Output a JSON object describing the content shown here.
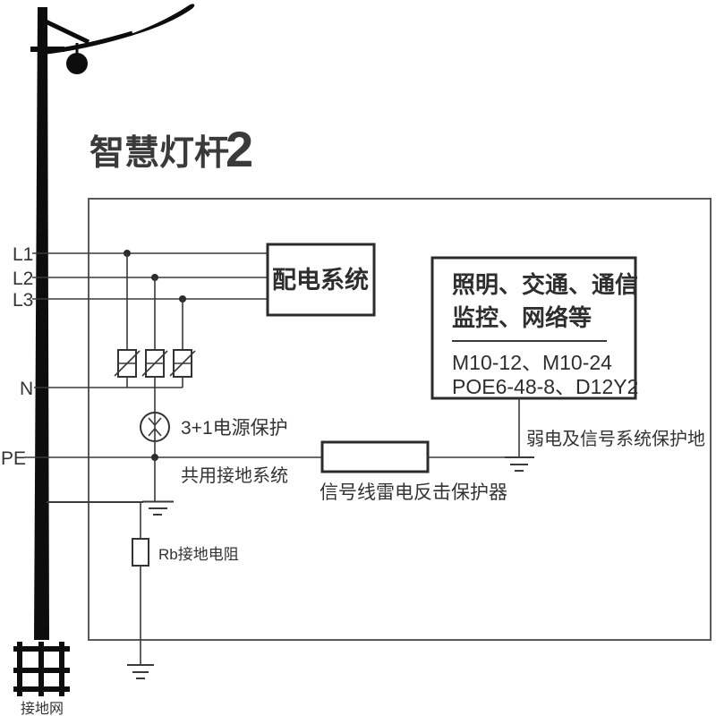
{
  "title": {
    "text": "智慧灯杆",
    "number": "2"
  },
  "bus_labels": {
    "l1": "L1",
    "l2": "L2",
    "l3": "L3",
    "n": "N",
    "pe": "PE"
  },
  "distribution_box": {
    "label": "配电系统"
  },
  "load_box": {
    "line1": "照明、交通、通信",
    "line2": "监控、网络等",
    "model_line1": "M10-12、M10-24",
    "model_line2": "POE6-48-8、D12Y2"
  },
  "labels": {
    "power_protection": "3+1电源保护",
    "common_ground": "共用接地系统",
    "signal_protector": "信号线雷电反击保护器",
    "weak_signal_ground": "弱电及信号系统保护地",
    "rb_resistance": "Rb接地电阻",
    "ground_grid": "接地网"
  },
  "colors": {
    "ink": "#0d0d0d",
    "line": "#3a3a3a",
    "text": "#333333"
  }
}
